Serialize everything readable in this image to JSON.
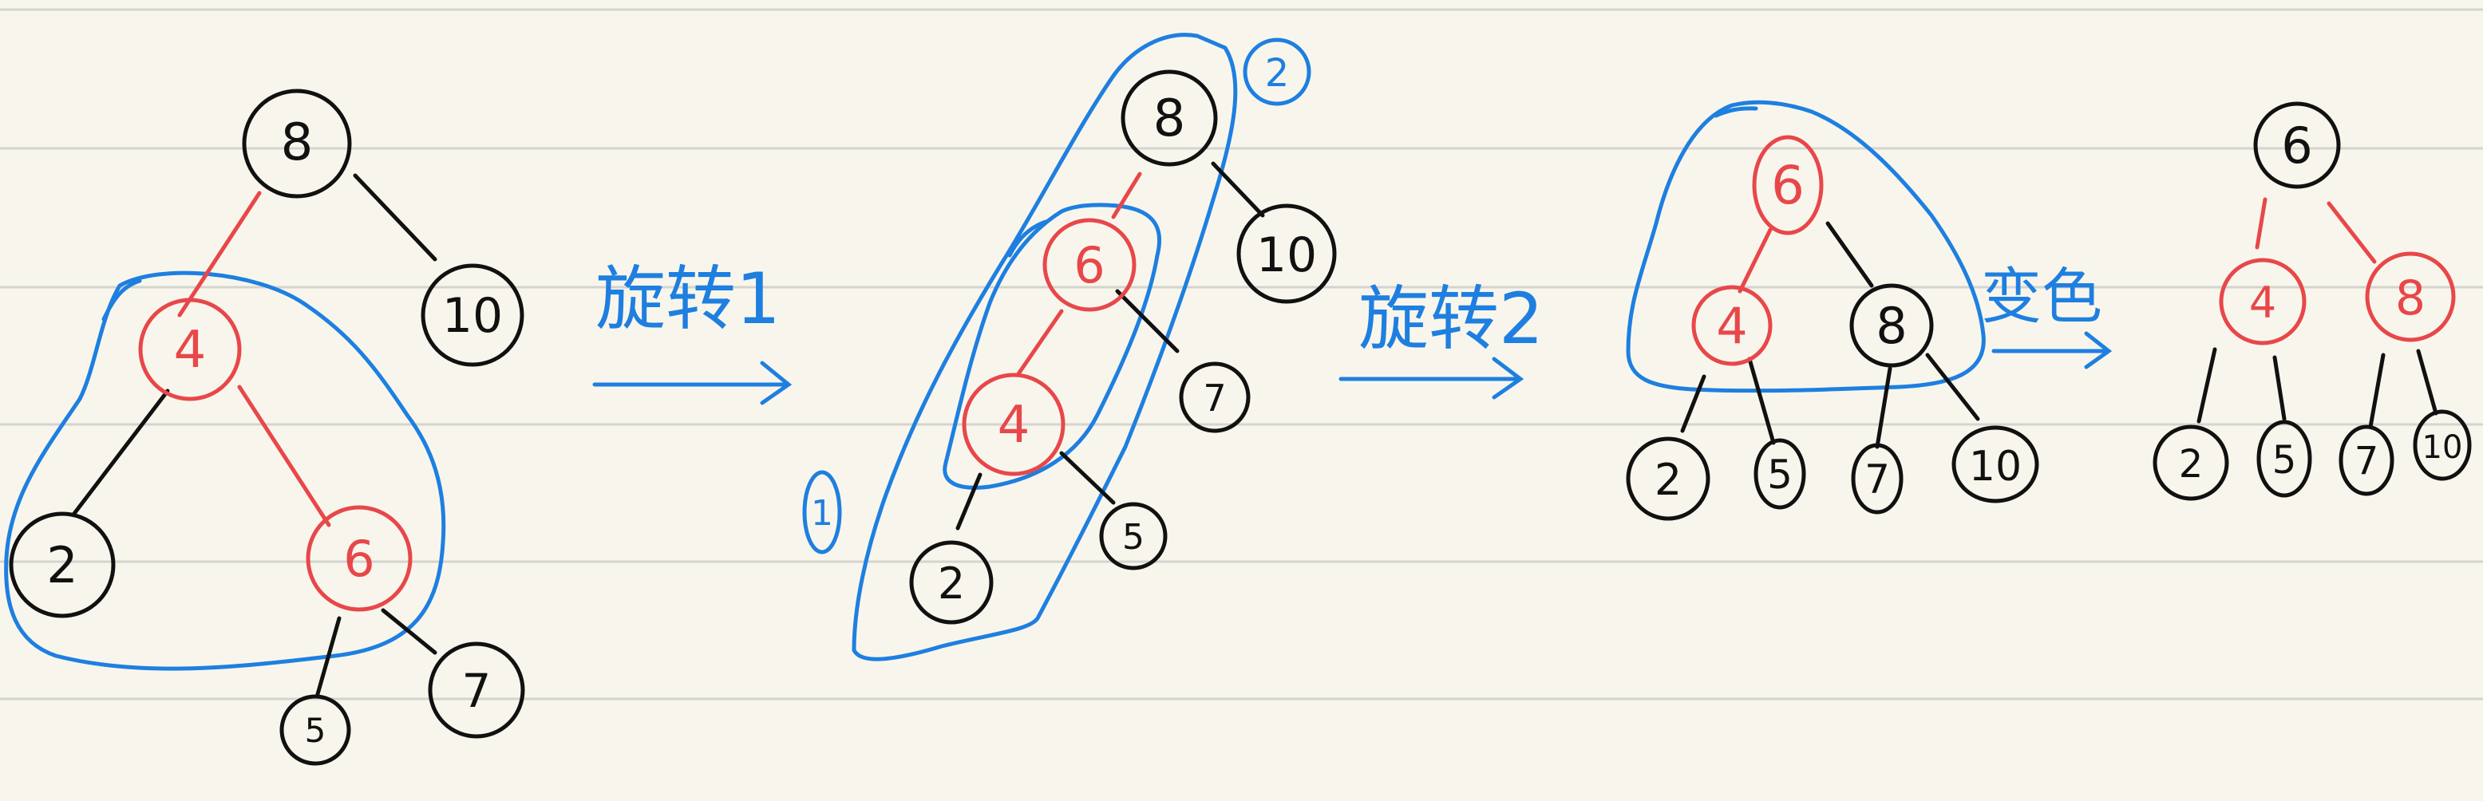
{
  "colors": {
    "paper": "#f8f6ec",
    "rule": "#d4d4cf",
    "ink_black": "#111111",
    "ink_red": "#e8474a",
    "ink_blue": "#1e7fe0"
  },
  "stages": [
    {
      "id": "stage1",
      "nodes": [
        {
          "id": "n8",
          "label": "8",
          "color": "black"
        },
        {
          "id": "n10",
          "label": "10",
          "color": "black"
        },
        {
          "id": "n4",
          "label": "4",
          "color": "red"
        },
        {
          "id": "n2",
          "label": "2",
          "color": "black"
        },
        {
          "id": "n6",
          "label": "6",
          "color": "red"
        },
        {
          "id": "n5",
          "label": "5",
          "color": "black"
        },
        {
          "id": "n7",
          "label": "7",
          "color": "black"
        }
      ]
    },
    {
      "id": "stage2",
      "nodes": [
        {
          "id": "n8",
          "label": "8",
          "color": "black"
        },
        {
          "id": "n10",
          "label": "10",
          "color": "black"
        },
        {
          "id": "n6",
          "label": "6",
          "color": "red"
        },
        {
          "id": "n7",
          "label": "7",
          "color": "black"
        },
        {
          "id": "n4",
          "label": "4",
          "color": "red"
        },
        {
          "id": "n5",
          "label": "5",
          "color": "black"
        },
        {
          "id": "n2",
          "label": "2",
          "color": "black"
        }
      ],
      "annotations": [
        {
          "id": "outer",
          "label": "2"
        },
        {
          "id": "inner",
          "label": "1"
        }
      ]
    },
    {
      "id": "stage3",
      "nodes": [
        {
          "id": "n6",
          "label": "6",
          "color": "red"
        },
        {
          "id": "n4",
          "label": "4",
          "color": "red"
        },
        {
          "id": "n8",
          "label": "8",
          "color": "black"
        },
        {
          "id": "n2",
          "label": "2",
          "color": "black"
        },
        {
          "id": "n5",
          "label": "5",
          "color": "black"
        },
        {
          "id": "n7",
          "label": "7",
          "color": "black"
        },
        {
          "id": "n10",
          "label": "10",
          "color": "black"
        }
      ]
    },
    {
      "id": "stage4",
      "nodes": [
        {
          "id": "n6",
          "label": "6",
          "color": "black"
        },
        {
          "id": "n4",
          "label": "4",
          "color": "red"
        },
        {
          "id": "n8",
          "label": "8",
          "color": "red"
        },
        {
          "id": "n2",
          "label": "2",
          "color": "black"
        },
        {
          "id": "n5",
          "label": "5",
          "color": "black"
        },
        {
          "id": "n7",
          "label": "7",
          "color": "black"
        },
        {
          "id": "n10",
          "label": "10",
          "color": "black"
        }
      ]
    }
  ],
  "arrows": [
    {
      "id": "arrow1",
      "label": "旋转1"
    },
    {
      "id": "arrow2",
      "label": "旋转2"
    },
    {
      "id": "arrow3",
      "label": "变色"
    }
  ]
}
